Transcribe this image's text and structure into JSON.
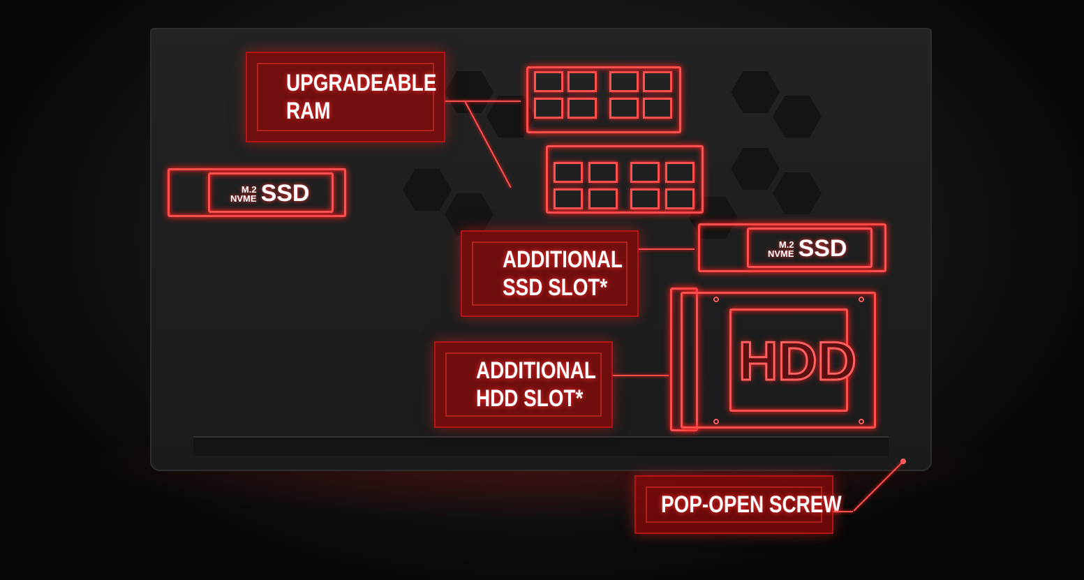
{
  "labels": {
    "ram": [
      "UPGRADEABLE",
      "RAM"
    ],
    "ssd_slot": [
      "ADDITIONAL",
      "SSD SLOT*"
    ],
    "hdd_slot": [
      "ADDITIONAL",
      "HDD SLOT*"
    ],
    "screw": "POP-OPEN SCREW"
  },
  "ssd_left": {
    "line1": "M.2",
    "line2": "NVME",
    "name": "SSD"
  },
  "ssd_right": {
    "line1": "M.2",
    "line2": "NVME",
    "name": "SSD"
  },
  "hdd": "HDD",
  "colors": {
    "accent": "#ff5050",
    "label_bg": "#8c0a0a"
  }
}
